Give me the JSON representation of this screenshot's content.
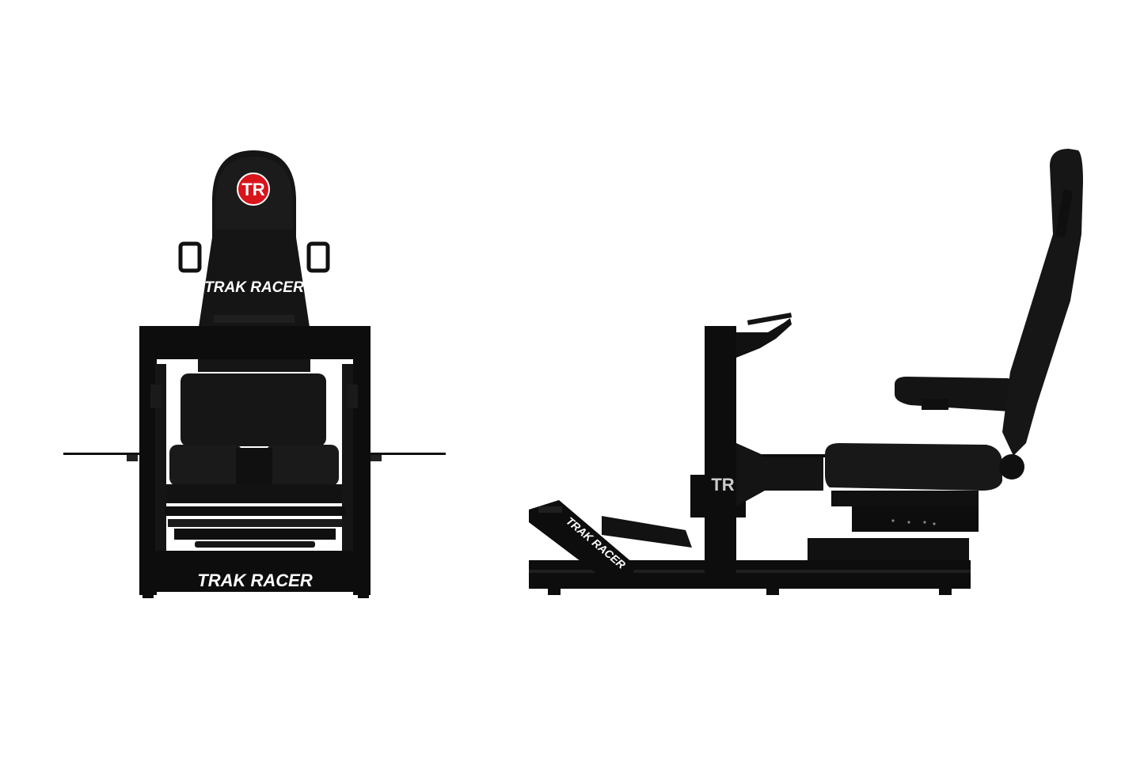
{
  "scene": {
    "background": "#ffffff",
    "frame_color": "#0d0d0d",
    "seat_color": "#151515",
    "accent_color": "#d9141b"
  },
  "front_view": {
    "headrest_logo": "TR",
    "seat_brand": "TRAK RACER",
    "base_brand": "TRAK RACER"
  },
  "side_view": {
    "post_logo": "TR",
    "pedal_brand": "TRAK RACER"
  }
}
